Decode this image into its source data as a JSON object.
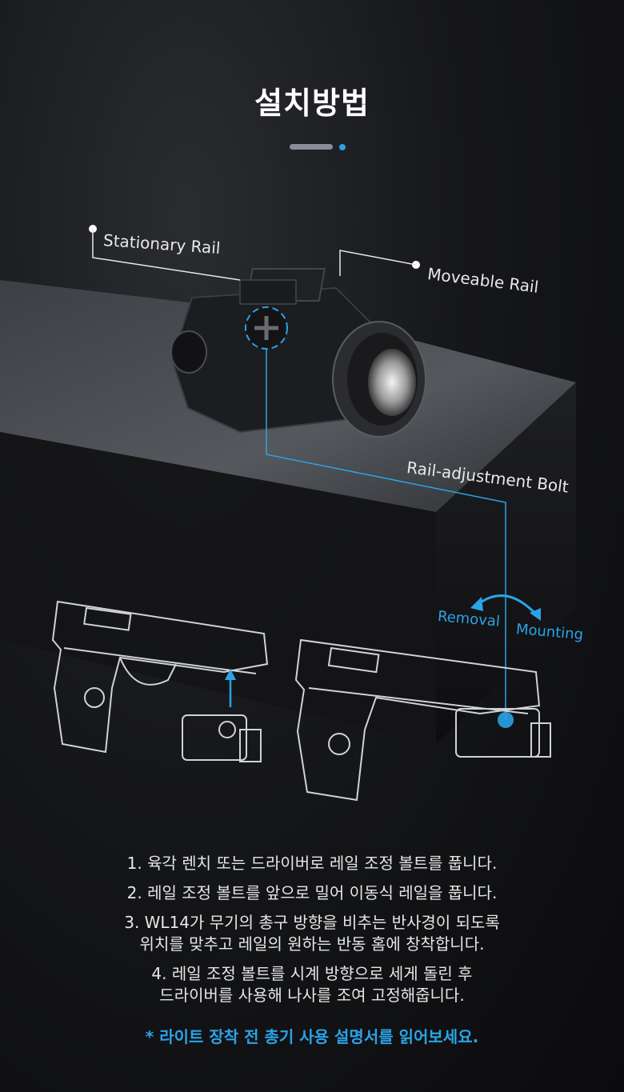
{
  "header": {
    "title": "설치방법"
  },
  "diagram": {
    "labels": {
      "stationary_rail": "Stationary Rail",
      "moveable_rail": "Moveable Rail",
      "rail_bolt": "Rail-adjustment Bolt",
      "removal": "Removal",
      "mounting": "Mounting"
    }
  },
  "instructions": {
    "step1": "1. 육각 렌치 또는 드라이버로 레일 조정 볼트를 풉니다.",
    "step2": "2. 레일 조정 볼트를 앞으로 밀어 이동식 레일을 풉니다.",
    "step3_line1": "3. WL14가 무기의 총구 방향을 비추는 반사경이 되도록",
    "step3_line2": "위치를 맞추고 레일의 원하는 반동 홈에 창착합니다.",
    "step4_line1": "4. 레일 조정 볼트를 시계 방향으로 세게 돌린 후",
    "step4_line2": "드라이버를 사용해 나사를 조여 고정해줍니다.",
    "note": "* 라이트 장착 전 총기 사용 설명서를 읽어보세요."
  },
  "colors": {
    "accent": "#2aa3e6",
    "background": "#0b0b0d",
    "text": "#e6e6e6"
  }
}
